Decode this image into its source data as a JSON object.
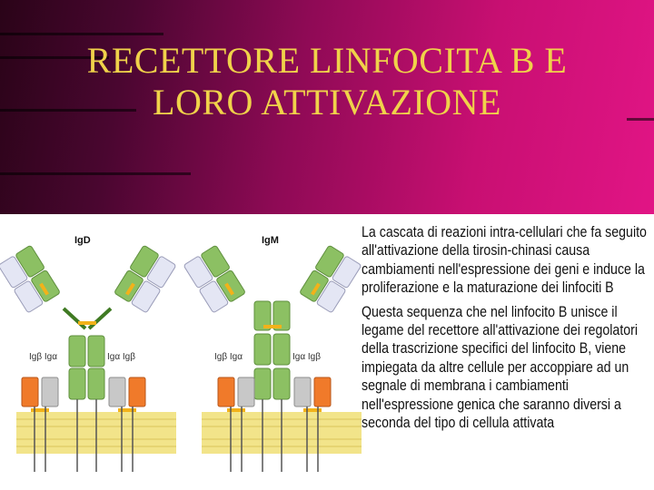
{
  "slide": {
    "title": "RECETTORE LINFOCITA B E LORO ATTIVAZIONE"
  },
  "diagram": {
    "left_receptor": {
      "label": "IgD",
      "chain_left": "Igβ Igα",
      "chain_right": "Igα Igβ"
    },
    "right_receptor": {
      "label": "IgM",
      "chain_left": "Igβ Igα",
      "chain_right": "Igα Igβ"
    },
    "colors": {
      "heavy_chain": "#8cc063",
      "light_chain": "#e4e6f4",
      "igbeta": "#f07a2a",
      "igalpha": "#c8c8c8",
      "membrane": "#f2e48a",
      "disulfide": "#f2b21a"
    }
  },
  "body_text": {
    "paragraph1": "La cascata di reazioni intra-cellulari che fa seguito all'attivazione della tirosin-chinasi causa cambiamenti nell'espressione dei geni e induce la proliferazione e la maturazione dei linfociti B",
    "paragraph2": "Questa sequenza che nel linfocito B unisce il legame del recettore all'attivazione dei regolatori della trascrizione specifici del linfocito B, viene impiegata da altre cellule per accoppiare ad un segnale di membrana i cambiamenti nell'espressione genica che saranno diversi a seconda del tipo di cellula attivata"
  }
}
